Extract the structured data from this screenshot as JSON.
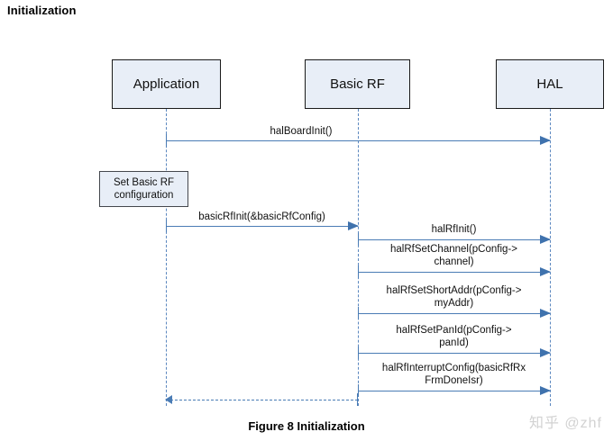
{
  "page": {
    "title": "Initialization",
    "caption": "Figure 8 Initialization",
    "watermark": "知乎 @zhf",
    "colors": {
      "box_fill": "#e8eef7",
      "box_border": "#1a1a1a",
      "lifeline": "#5b87bf",
      "arrow": "#4a7cb5",
      "arrow_head": "#3f72ad",
      "background": "#ffffff",
      "text": "#111111",
      "watermark": "#d2d2d2"
    }
  },
  "diagram": {
    "type": "sequence-diagram",
    "lifelines": [
      {
        "id": "application",
        "label": "Application"
      },
      {
        "id": "basic-rf",
        "label": "Basic RF"
      },
      {
        "id": "hal",
        "label": "HAL"
      }
    ],
    "notes": [
      {
        "id": "set-basic-rf-configuration",
        "text": "Set Basic RF\nconfiguration",
        "attached_to": "application"
      }
    ],
    "messages": [
      {
        "index": 1,
        "label": "halBoardInit()",
        "from": "application",
        "to": "hal",
        "style": "solid",
        "direction": "right"
      },
      {
        "index": 2,
        "label": "basicRfInit(&basicRfConfig)",
        "from": "application",
        "to": "basic-rf",
        "style": "solid",
        "direction": "right"
      },
      {
        "index": 3,
        "label": "halRfInit()",
        "from": "basic-rf",
        "to": "hal",
        "style": "solid",
        "direction": "right"
      },
      {
        "index": 4,
        "label": "halRfSetChannel(pConfig->\nchannel)",
        "from": "basic-rf",
        "to": "hal",
        "style": "solid",
        "direction": "right"
      },
      {
        "index": 5,
        "label": "halRfSetShortAddr(pConfig->\nmyAddr)",
        "from": "basic-rf",
        "to": "hal",
        "style": "solid",
        "direction": "right"
      },
      {
        "index": 6,
        "label": "halRfSetPanId(pConfig->\npanId)",
        "from": "basic-rf",
        "to": "hal",
        "style": "solid",
        "direction": "right"
      },
      {
        "index": 7,
        "label": "halRfInterruptConfig(basicRfRx\nFrmDoneIsr)",
        "from": "basic-rf",
        "to": "hal",
        "style": "solid",
        "direction": "right"
      },
      {
        "index": 8,
        "label": "",
        "from": "basic-rf",
        "to": "application",
        "style": "dashed",
        "direction": "left"
      }
    ]
  }
}
